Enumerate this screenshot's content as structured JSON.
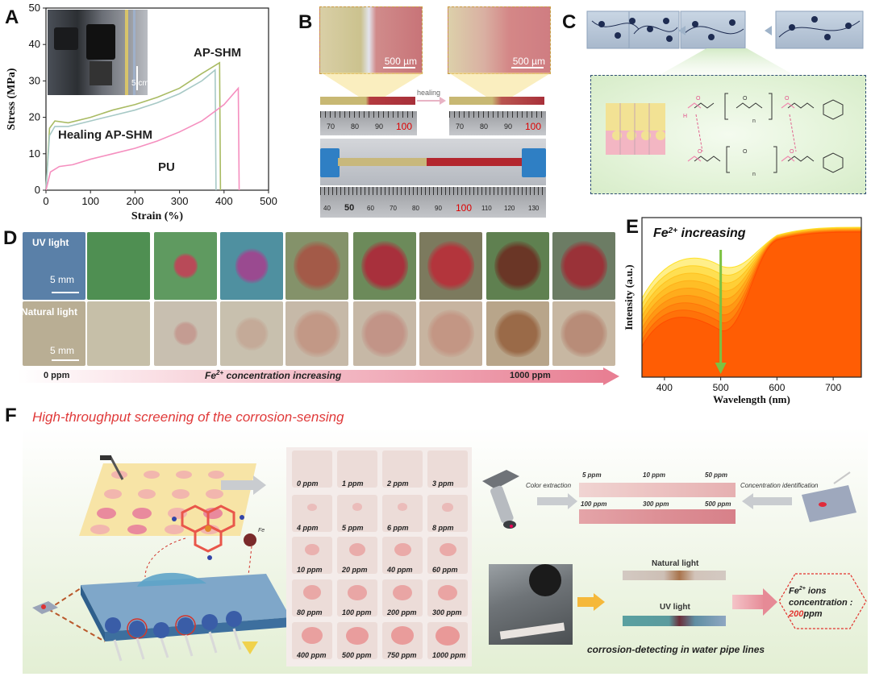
{
  "panels": {
    "a": "A",
    "b": "B",
    "c": "C",
    "d": "D",
    "e": "E",
    "f": "F"
  },
  "panel_a": {
    "inset_scale": "5 cm",
    "curve_labels": [
      "AP-SHM",
      "Healing AP-SHM",
      "PU"
    ],
    "colors": {
      "ap_shm": "#a9bb63",
      "healing": "#a7c9c6",
      "pu": "#f58fbf"
    }
  },
  "panel_b": {
    "scale_left": "500 µm",
    "scale_right": "500 µm",
    "healing_label": "healing",
    "ruler_top_left": [
      "70",
      "80",
      "90",
      "100"
    ],
    "ruler_top_right": [
      "70",
      "80",
      "90",
      "100"
    ],
    "ruler_bottom": [
      "40",
      "50",
      "60",
      "70",
      "80",
      "90",
      "100",
      "110",
      "120",
      "130"
    ]
  },
  "panel_d": {
    "row_labels": [
      "UV light",
      "Natural light"
    ],
    "scale": "5 mm",
    "axis_start": "0 ppm",
    "axis_middle_prefix": "Fe",
    "axis_middle_sup": "2+",
    "axis_middle_suffix": " concentration increasing",
    "axis_end": "1000 ppm"
  },
  "panel_e": {
    "annotation_prefix": "Fe",
    "annotation_sup": "2+",
    "annotation_suffix": " increasing"
  },
  "panel_f": {
    "title": "High-throughput screening of the corrosion-sensing",
    "well_labels": [
      "0 ppm",
      "1 ppm",
      "2 ppm",
      "3 ppm",
      "4 ppm",
      "5 ppm",
      "6 ppm",
      "8 ppm",
      "10 ppm",
      "20 ppm",
      "40 ppm",
      "60 ppm",
      "80 ppm",
      "100 ppm",
      "200 ppm",
      "300 ppm",
      "400 ppm",
      "500 ppm",
      "750 ppm",
      "1000 ppm"
    ],
    "color_extraction": "Color extraction",
    "concentration_identification": "Concentration identification",
    "strip_top_labels": [
      "5 ppm",
      "10 ppm",
      "50 ppm"
    ],
    "strip_bottom_labels": [
      "100 ppm",
      "300 ppm",
      "500 ppm"
    ],
    "natural_light": "Natural light",
    "uv_light": "UV light",
    "pipe_caption": "corrosion-detecting in water pipe lines",
    "result_line1_prefix": "Fe",
    "result_line1_sup": "2+",
    "result_line1_suffix": " ions",
    "result_line2": "concentration :",
    "result_value": "200",
    "result_unit": "ppm",
    "fe_tag": "Fe"
  },
  "chart_data": [
    {
      "type": "line",
      "panel": "A",
      "xlabel": "Strain (%)",
      "ylabel": "Stress (MPa)",
      "xlim": [
        0,
        500
      ],
      "ylim": [
        0,
        50
      ],
      "xticks": [
        0,
        100,
        200,
        300,
        400,
        500
      ],
      "yticks": [
        0,
        10,
        20,
        30,
        40,
        50
      ],
      "series": [
        {
          "name": "AP-SHM",
          "color": "#a9bb63",
          "x": [
            0,
            8,
            20,
            50,
            100,
            150,
            200,
            250,
            300,
            350,
            390,
            392
          ],
          "y": [
            0,
            17,
            19,
            18.5,
            20,
            22,
            23.5,
            25.5,
            28,
            32,
            35,
            0
          ]
        },
        {
          "name": "Healing AP-SHM",
          "color": "#a7c9c6",
          "x": [
            0,
            8,
            20,
            50,
            100,
            150,
            200,
            250,
            300,
            350,
            380,
            382
          ],
          "y": [
            0,
            15,
            17.5,
            17.5,
            19,
            20.5,
            22,
            24,
            26.5,
            30,
            33,
            0
          ]
        },
        {
          "name": "PU",
          "color": "#f58fbf",
          "x": [
            0,
            10,
            30,
            60,
            100,
            150,
            200,
            250,
            300,
            350,
            400,
            432,
            434
          ],
          "y": [
            0,
            5,
            6.5,
            7,
            8.5,
            10,
            11.5,
            13.5,
            16,
            19,
            23.5,
            28,
            0
          ]
        }
      ]
    },
    {
      "type": "area",
      "panel": "E",
      "xlabel": "Wavelength (nm)",
      "ylabel": "Intensity (a.u.)",
      "xlim": [
        360,
        750
      ],
      "xticks": [
        400,
        500,
        600,
        700
      ],
      "series_count": 9,
      "color_range": [
        "#f8e000",
        "#ff5000"
      ]
    }
  ]
}
